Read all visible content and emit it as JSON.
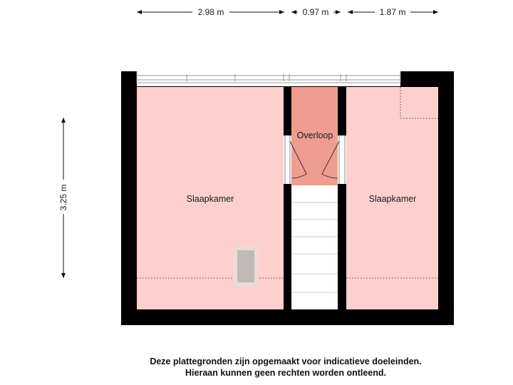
{
  "dimensions": {
    "top": [
      "2.98 m",
      "0.97 m",
      "1.87 m"
    ],
    "left": "3.25 m"
  },
  "rooms": {
    "left_bedroom": "Slaapkamer",
    "landing": "Overloop",
    "right_bedroom": "Slaapkamer"
  },
  "disclaimer": {
    "line1": "Deze plattegronden zijn opgemaakt voor indicatieve doeleinden.",
    "line2": "Hieraan kunnen geen rechten worden ontleend."
  },
  "colors": {
    "room_fill": "#fdd0cd",
    "landing_fill": "#ee9d90",
    "wall": "#000000",
    "stair_fill": "#ffffff",
    "stair_line": "#c8c8c8",
    "skylight_fill": "#c4b8b6",
    "skylight_frame": "#e8dcdb"
  }
}
